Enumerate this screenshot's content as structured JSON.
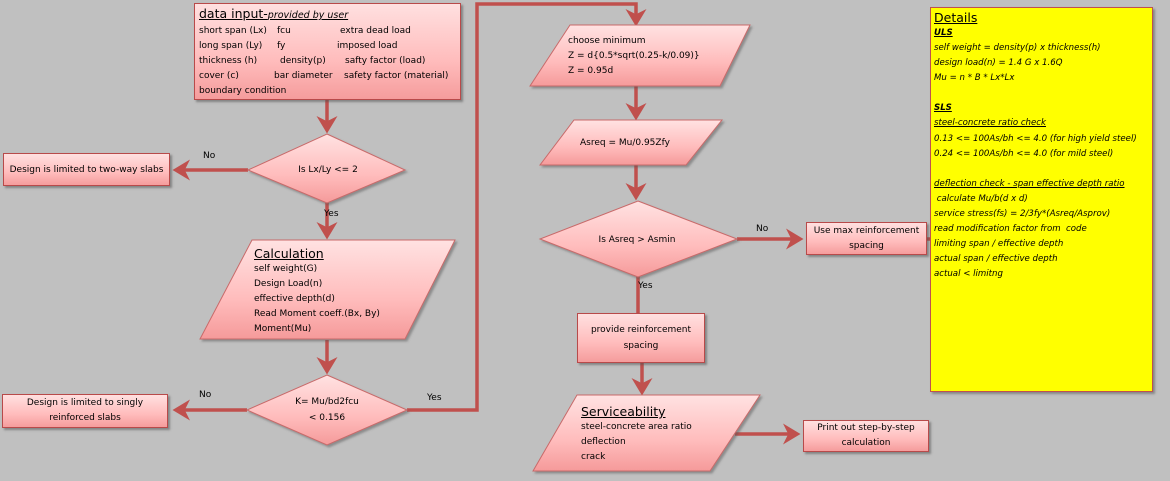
{
  "data_input": {
    "title": "data input-",
    "subtitle": "provided by user",
    "rows": [
      [
        "short span (Lx)",
        "fcu",
        "extra dead load"
      ],
      [
        "long span (Ly)",
        "fy",
        "imposed load"
      ],
      [
        "thickness (h)",
        "density(p)",
        "safty factor (load)"
      ],
      [
        "cover (c)",
        "bar diameter",
        "safety factor (material)"
      ]
    ],
    "last_row": "boundary condition"
  },
  "decision_ratio": {
    "text": "Is Lx/Ly <= 2",
    "no_label": "No",
    "yes_label": "Yes"
  },
  "two_way_note": "Design is limited to two-way slabs",
  "calculation": {
    "title": "Calculation",
    "items": [
      "self weight(G)",
      "Design Load(n)",
      "effective depth(d)",
      "Read Moment coeff.(Bx, By)",
      "Moment(Mu)"
    ]
  },
  "decision_k": {
    "line1": "K= Mu/bd2fcu",
    "line2": "< 0.156",
    "no_label": "No",
    "yes_label": "Yes"
  },
  "singly_note": {
    "line1": "Design is limited to singly",
    "line2": "reinforced slabs"
  },
  "choose_min": {
    "lines": [
      "choose minimum",
      "Z = d{0.5*sqrt(0.25-k/0.09)}",
      "Z = 0.95d"
    ]
  },
  "asreq": {
    "text": "Asreq = Mu/0.95Zfy"
  },
  "decision_asmin": {
    "text": "Is Asreq  > Asmin",
    "no_label": "No",
    "yes_label": "Yes"
  },
  "max_spacing": {
    "line1": "Use max reinforcement",
    "line2": "spacing"
  },
  "provide_spacing": {
    "line1": "provide reinforcement",
    "line2": "spacing"
  },
  "serviceability": {
    "title": "Serviceability",
    "items": [
      "steel-concrete area ratio",
      "deflection",
      "crack"
    ]
  },
  "print_out": {
    "line1": "Print out step-by-step",
    "line2": "calculation"
  },
  "details": {
    "title": "Details",
    "uls_heading": "ULS",
    "uls_lines": [
      "self weight = density(p) x thickness(h)",
      "design load(n) = 1.4 G x 1.6Q",
      "Mu = n * B * Lx*Lx"
    ],
    "sls_heading": "SLS",
    "ratio_heading": "steel-concrete ratio check",
    "ratio_lines": [
      "0.13 <= 100As/bh <= 4.0 (for high yield steel)",
      "0.24 <= 100As/bh <= 4.0 (for mild steel)"
    ],
    "deflection_heading": "deflection check - span effective depth ratio",
    "deflection_lines": [
      " calculate Mu/b(d x d)",
      "service stress(fs) = 2/3fy*(Asreq/Asprov)",
      "read modification factor from  code",
      "limiting span / effective depth",
      "actual span / effective depth",
      "actual < limitng"
    ]
  },
  "colors": {
    "connector": "#c0504d",
    "shape_fill_top": "#ffe0e0",
    "shape_fill_bottom": "#f59c9c",
    "details_bg": "#ffff00",
    "canvas_bg": "#c0c0c0"
  }
}
